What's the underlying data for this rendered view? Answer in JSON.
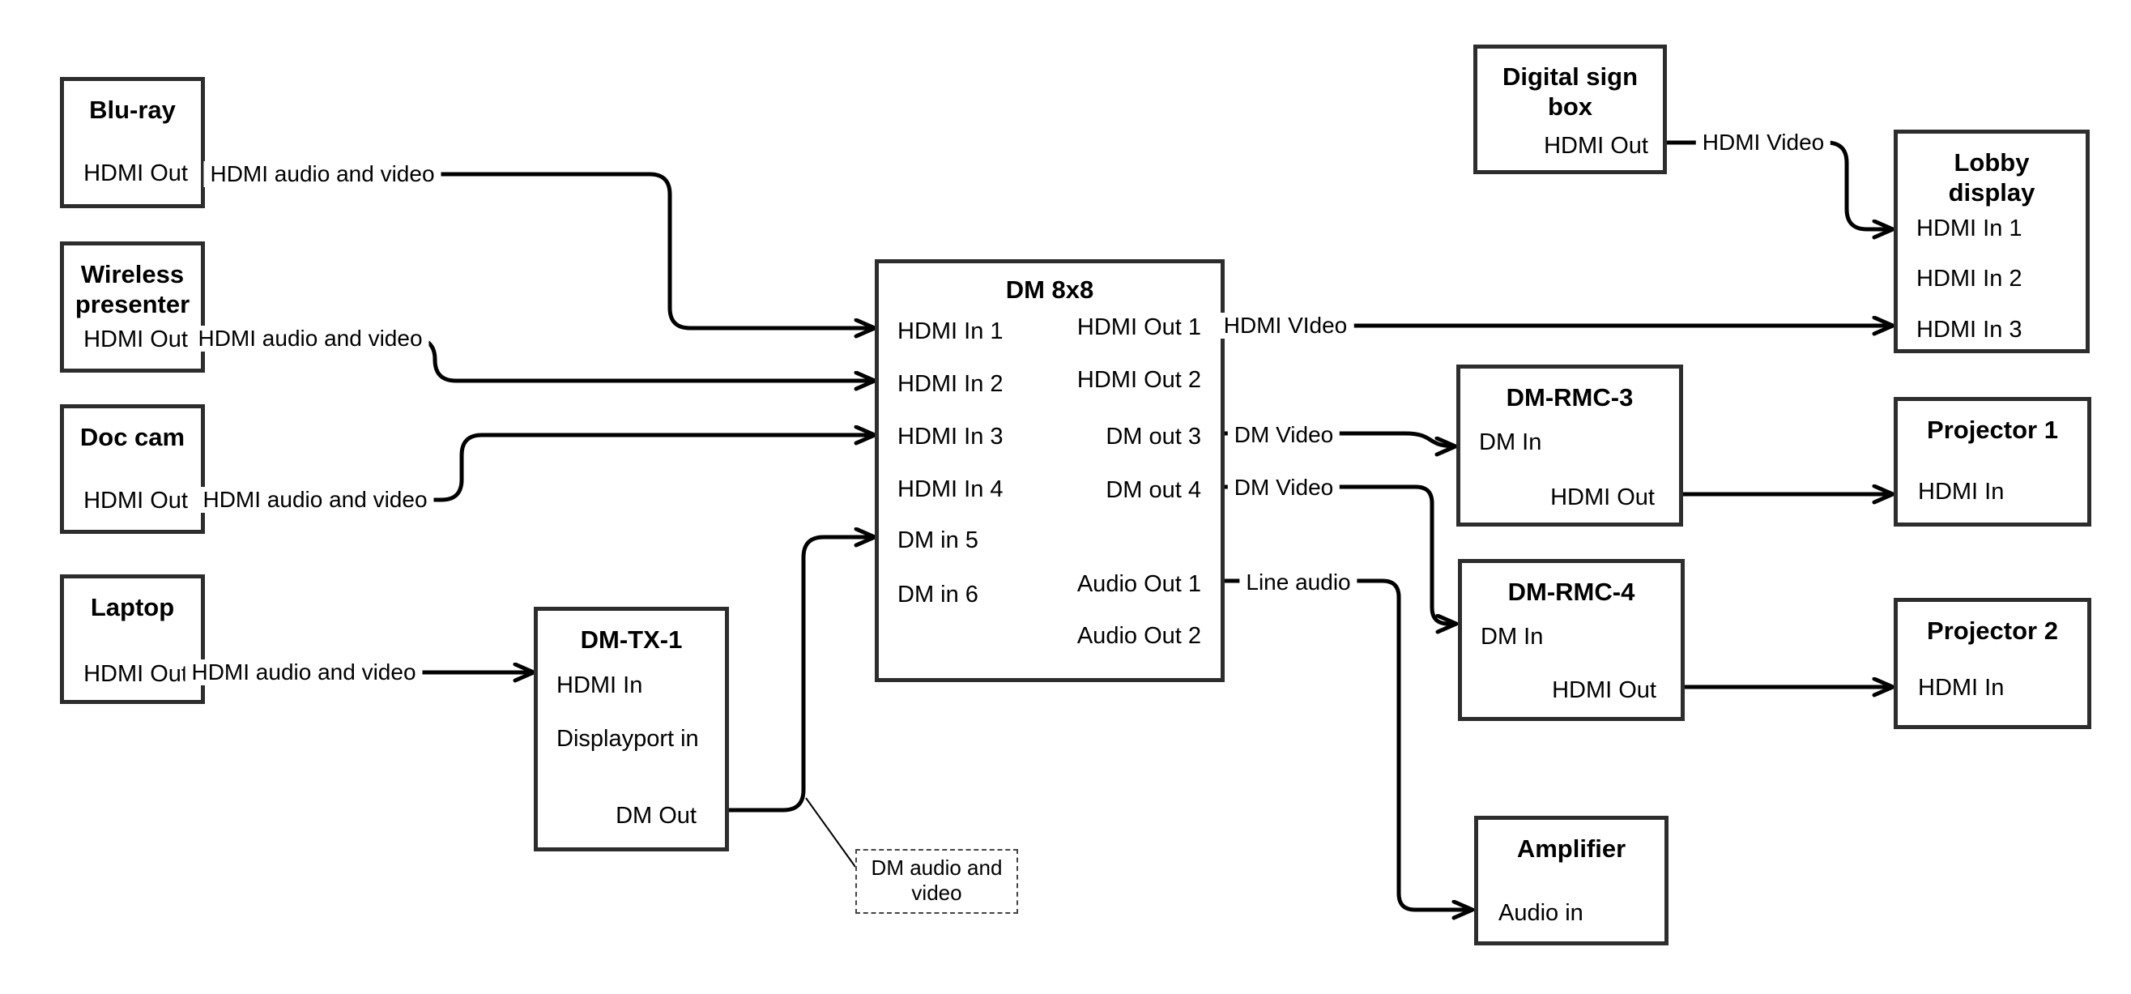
{
  "nodes": {
    "bluray": {
      "title": "Blu-ray",
      "port_hdmi_out": "HDMI Out"
    },
    "wireless": {
      "title": "Wireless presenter",
      "port_hdmi_out": "HDMI Out"
    },
    "doccam": {
      "title": "Doc cam",
      "port_hdmi_out": "HDMI Out"
    },
    "laptop": {
      "title": "Laptop",
      "port_hdmi_out": "HDMI Out"
    },
    "dmtx1": {
      "title": "DM-TX-1",
      "port_hdmi_in": "HDMI In",
      "port_displayport_in": "Displayport in",
      "port_dm_out": "DM Out"
    },
    "dm8x8": {
      "title": "DM 8x8",
      "inputs": [
        "HDMI In 1",
        "HDMI In 2",
        "HDMI In 3",
        "HDMI In 4",
        "DM in 5",
        "DM in 6"
      ],
      "outputs": [
        "HDMI Out 1",
        "HDMI Out 2",
        "DM out 3",
        "DM out 4",
        "Audio Out 1",
        "Audio Out 2"
      ]
    },
    "digital_sign": {
      "title": "Digital sign box",
      "port_hdmi_out": "HDMI Out"
    },
    "lobby": {
      "title": "Lobby display",
      "ports": [
        "HDMI In 1",
        "HDMI In 2",
        "HDMI In 3"
      ]
    },
    "dmrmc3": {
      "title": "DM-RMC-3",
      "port_dm_in": "DM In",
      "port_hdmi_out": "HDMI Out"
    },
    "dmrmc4": {
      "title": "DM-RMC-4",
      "port_dm_in": "DM In",
      "port_hdmi_out": "HDMI Out"
    },
    "projector1": {
      "title": "Projector 1",
      "port_hdmi_in": "HDMI In"
    },
    "projector2": {
      "title": "Projector 2",
      "port_hdmi_in": "HDMI In"
    },
    "amplifier": {
      "title": "Amplifier",
      "port_audio_in": "Audio in"
    }
  },
  "wire_labels": {
    "bluray": {
      "text": "HDMI audio and video"
    },
    "wireless": {
      "text": "HDMI audio and video"
    },
    "doccam": {
      "text": "HDMI audio and video"
    },
    "laptop": {
      "text": "HDMI audio and video"
    },
    "digital": {
      "text": "HDMI Video"
    },
    "hdmi_out_1": {
      "text": "HDMI VIdeo"
    },
    "dm_out_3": {
      "text": "DM Video"
    },
    "dm_out_4": {
      "text": "DM Video"
    },
    "audio_out_1": {
      "text": "Line audio"
    }
  },
  "note": {
    "text": "DM audio and video"
  },
  "colors": {
    "wire": "#000000",
    "border": "#2d2d2d",
    "background": "#ffffff"
  }
}
